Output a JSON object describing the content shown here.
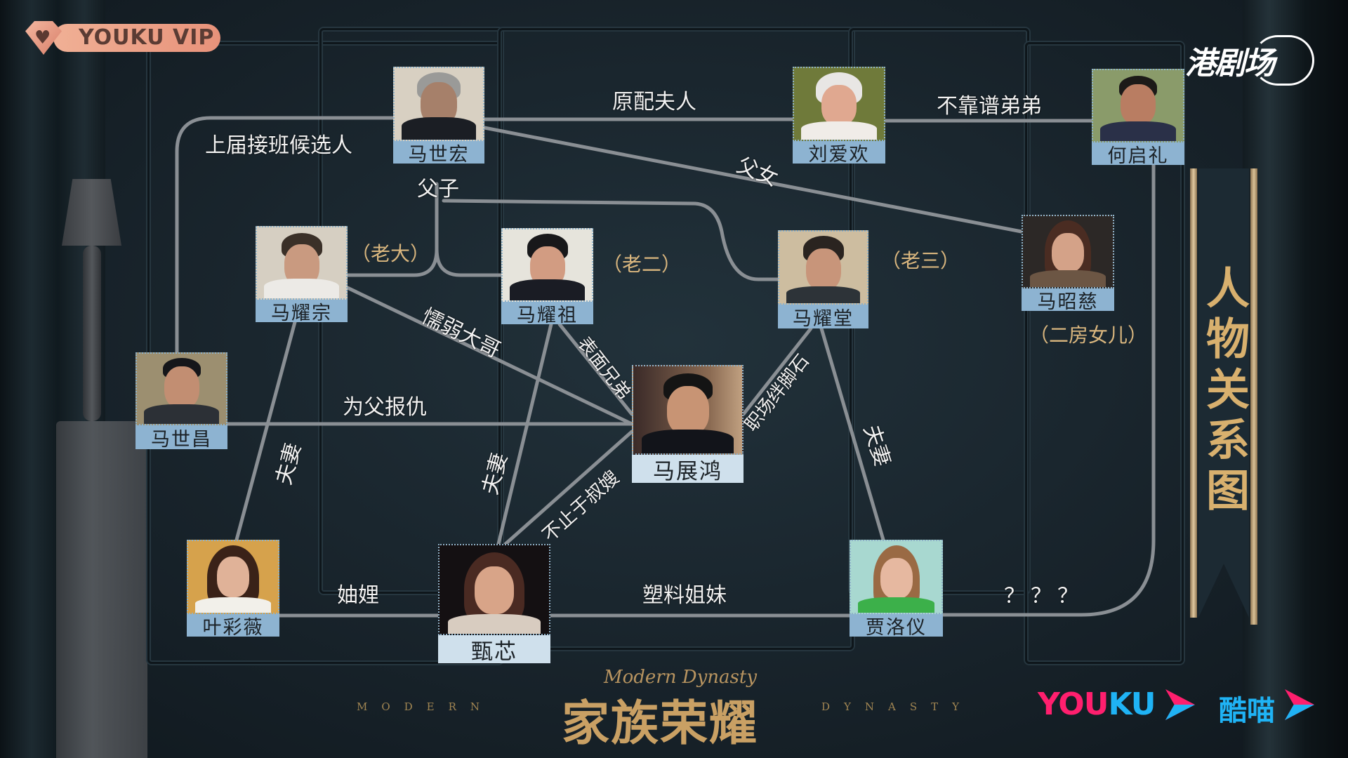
{
  "branding": {
    "vip_badge": "YOUKU VIP",
    "channel_logo": "港剧场",
    "show_title_zh": "家族荣耀",
    "show_title_en_script": "Modern Dynasty",
    "tagline_left": "MODERN",
    "tagline_right": "DYNASTY",
    "youku_logo_pink": "YOU",
    "youku_logo_blue": "KU",
    "kumiao_logo": "酷喵"
  },
  "banner": {
    "title": "人物关系图"
  },
  "colors": {
    "background": "#162028",
    "name_label": "#8db3d1",
    "main_name_label": "#cfe0ec",
    "line": "#8a8f94",
    "gold": "#d9b67e",
    "youku_pink": "#ff1f6e",
    "youku_blue": "#1fb3f5"
  },
  "characters": {
    "ma_shihong": {
      "name": "马世宏"
    },
    "liu_aihuan": {
      "name": "刘爱欢"
    },
    "he_qili": {
      "name": "何启礼"
    },
    "ma_yaozong": {
      "name": "马耀宗",
      "note": "（老大）"
    },
    "ma_yaozu": {
      "name": "马耀祖",
      "note": "（老二）"
    },
    "ma_yaotang": {
      "name": "马耀堂",
      "note": "（老三）"
    },
    "ma_zhaoci": {
      "name": "马昭慈",
      "note": "（二房女儿）"
    },
    "ma_shichang": {
      "name": "马世昌"
    },
    "ma_zhanhong": {
      "name": "马展鸿"
    },
    "ye_caiwei": {
      "name": "叶彩薇"
    },
    "zhen_xin": {
      "name": "甄芯"
    },
    "jia_luoyi": {
      "name": "贾洛仪"
    }
  },
  "relations": {
    "shihong_liuaihuan": "原配夫人",
    "liuaihuan_heqili": "不靠谱弟弟",
    "shihong_shichang": "上届接班候选人",
    "shihong_sons": "父子",
    "shihong_zhaoci": "父女",
    "yaozong_zhanhong": "懦弱大哥",
    "yaozu_zhanhong": "表面兄弟",
    "yaotang_zhanhong": "职场绊脚石",
    "shichang_zhanhong": "为父报仇",
    "yaozong_caiwei": "夫妻",
    "yaozu_zhenxin": "夫妻",
    "yaotang_luoyi": "夫妻",
    "zhenxin_zhanhong": "不止于叔嫂",
    "caiwei_zhenxin": "妯娌",
    "zhenxin_luoyi": "塑料姐妹",
    "luoyi_heqili": "？？？"
  }
}
